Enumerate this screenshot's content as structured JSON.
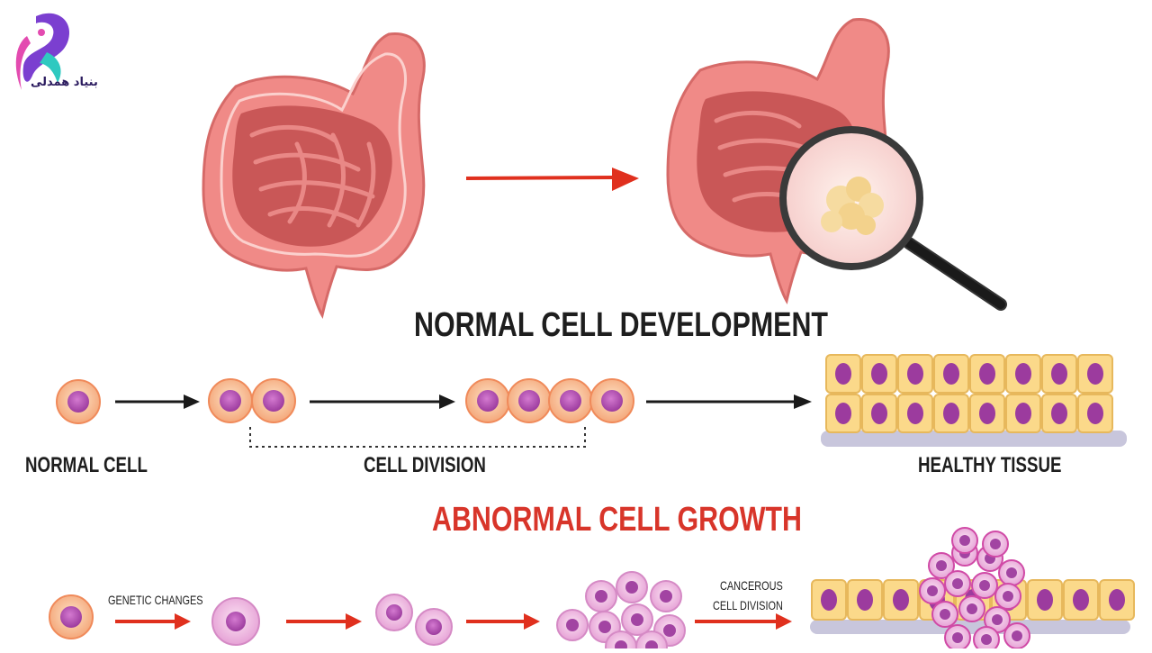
{
  "logo": {
    "text": "بنیاد همدلی"
  },
  "labels": {
    "normal_title": "NORMAL CELL DEVELOPMENT",
    "normal_cell": "NORMAL CELL",
    "cell_division": "CELL DIVISION",
    "healthy_tissue": "HEALTHY TISSUE",
    "abnormal_title": "ABNORMAL CELL GROWTH",
    "genetic_changes": "GENETIC CHANGES",
    "cancerous_line1": "CANCEROUS",
    "cancerous_line2": "CELL DIVISION"
  },
  "colors": {
    "intestine": "#f08a87",
    "intestine_dark": "#c95757",
    "cell_body": "#f9c49a",
    "cell_nucleus": "#b650b4",
    "tissue_cell": "#fbd98a",
    "tumor_cell": "#e7a6d4",
    "arrow_black": "#1a1a1a",
    "arrow_red": "#e0301e",
    "abnormal_title": "#d8352a",
    "logo_purple": "#7b3fd0",
    "logo_pink": "#e34bb0",
    "logo_teal": "#2fc9c0"
  }
}
